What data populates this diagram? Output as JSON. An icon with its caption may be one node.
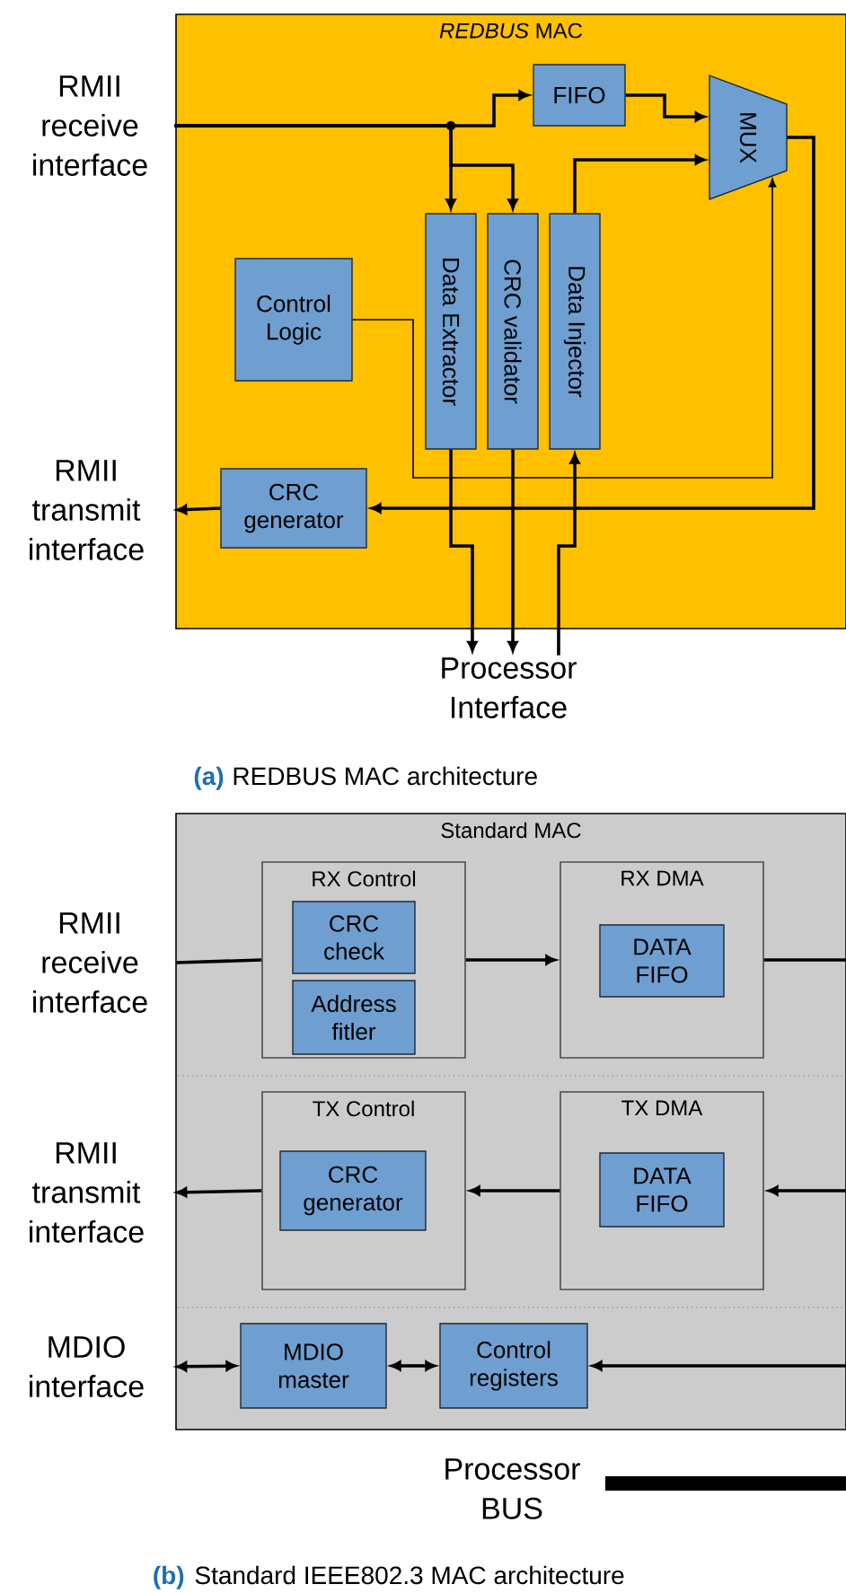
{
  "diagram": {
    "nodes": [
      {
        "text": [
          "*REDBUS* MAC"
        ]
      },
      {
        "text": [
          "RMII receive interface"
        ]
      },
      {
        "text": [
          "FIFO"
        ],
        "in": 0
      },
      {
        "text": [
          "MUX"
        ],
        "in": 0
      },
      {
        "text": [
          "Control Logic"
        ],
        "in": 0
      },
      {
        "text": [
          "Data Extractor"
        ],
        "in": 0
      },
      {
        "text": [
          "CRC validator"
        ],
        "in": 0
      },
      {
        "text": [
          "Data Injector"
        ],
        "in": 0
      },
      {
        "text": [
          "CRC generator"
        ],
        "in": 0
      },
      {
        "text": [
          "RMII transmit interface"
        ]
      },
      {
        "text": [
          "Processor Interface"
        ]
      },
      {
        "text": [
          "Standard MAC"
        ]
      },
      {
        "text": [
          "RMII receive interface"
        ]
      },
      {
        "text": [
          "RX Control"
        ],
        "in": 11
      },
      {
        "text": [
          "CRC check"
        ],
        "in": 13
      },
      {
        "text": [
          "Address fitler"
        ],
        "in": 13
      },
      {
        "text": [
          "RX DMA"
        ],
        "in": 11
      },
      {
        "text": [
          "DATA FIFO"
        ],
        "in": 16
      },
      {
        "text": [
          "RMII transmit interface"
        ]
      },
      {
        "text": [
          "TX Control"
        ],
        "in": 11
      },
      {
        "text": [
          "CRC generator"
        ],
        "in": 19
      },
      {
        "text": [
          "TX DMA"
        ],
        "in": 11
      },
      {
        "text": [
          "DATA FIFO"
        ],
        "in": 21
      },
      {
        "text": [
          "MDIO interface"
        ]
      },
      {
        "text": [
          "MDIO master"
        ],
        "in": 11
      },
      {
        "text": [
          "Control registers"
        ],
        "in": 11
      },
      {
        "text": [
          "Processor BUS"
        ]
      }
    ],
    "edges": [
      {
        "from": 1,
        "to": 2,
        "arrow": "to"
      },
      {
        "from": 1,
        "to": 5,
        "arrow": "to"
      },
      {
        "from": 1,
        "to": 6,
        "arrow": "to"
      },
      {
        "from": 2,
        "to": 3,
        "arrow": "to"
      },
      {
        "from": 7,
        "to": 3,
        "arrow": "to"
      },
      {
        "from": 4,
        "to": 3,
        "arrow": "to"
      },
      {
        "from": 3,
        "to": 8,
        "arrow": "to"
      },
      {
        "from": 8,
        "to": 9,
        "arrow": "to"
      },
      {
        "from": 5,
        "to": 10,
        "arrow": "to"
      },
      {
        "from": 6,
        "to": 10,
        "arrow": "to"
      },
      {
        "from": 10,
        "to": 7,
        "arrow": "to"
      },
      {
        "from": 12,
        "to": 13,
        "arrow": "none"
      },
      {
        "from": 13,
        "to": 16,
        "arrow": "to"
      },
      {
        "from": 16,
        "to": null,
        "arrow": "none"
      },
      {
        "from": null,
        "to": 21,
        "arrow": "to"
      },
      {
        "from": 21,
        "to": 19,
        "arrow": "to"
      },
      {
        "from": 19,
        "to": 18,
        "arrow": "to"
      },
      {
        "from": 23,
        "to": 24,
        "arrow": "both"
      },
      {
        "from": 24,
        "to": 25,
        "arrow": "both"
      },
      {
        "from": null,
        "to": 25,
        "arrow": "to"
      }
    ],
    "labels": [
      "(a)",
      "REDBUS MAC architecture",
      "(b)",
      "Standard IEEE802.3 MAC architecture"
    ]
  }
}
